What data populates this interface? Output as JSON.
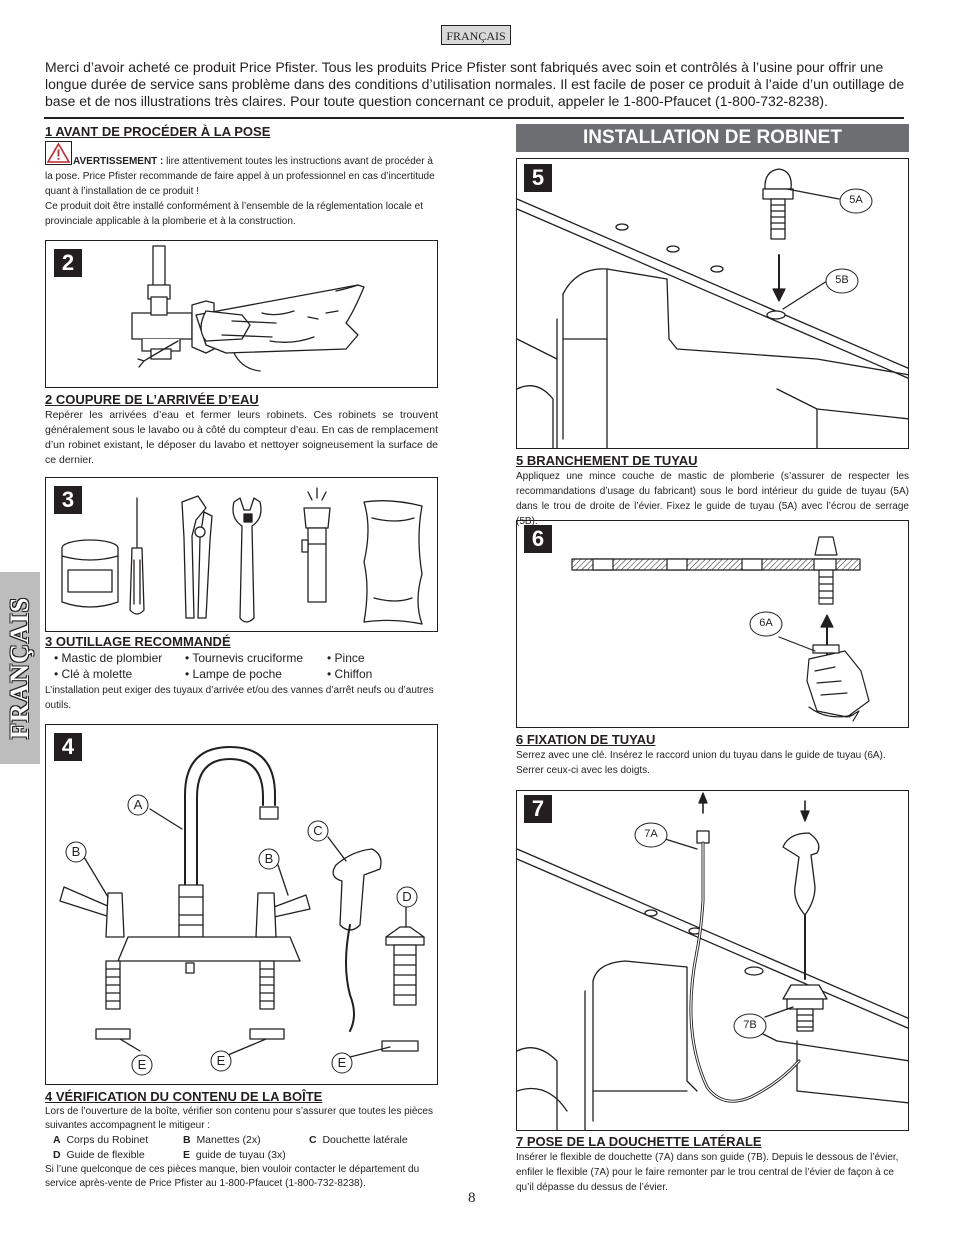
{
  "header": {
    "lang_tab": "FRANÇAIS",
    "intro": "Merci d’avoir acheté ce produit Price Pfister. Tous les produits Price Pfister sont fabriqués avec soin et contrôlés à l’usine pour offrir une longue durée de service sans problème dans des conditions d’utilisation normales. Il est facile de poser ce produit à l’aide d’un outillage de base et de nos illustrations très claires. Pour toute question concernant ce produit, appeler le 1-800-Pfaucet (1-800-732-8238)."
  },
  "side_tab": "FRANÇAIS",
  "sec1": {
    "title": "1 AVANT DE PROCÉDER À LA POSE",
    "warning_label": "AVERTISSEMENT :",
    "warning_text": " lire attentivement toutes les instructions avant de procéder à la pose. Price Pfister recommande de faire appel à un professionnel en cas d’incertitude quant à l’installation de ce produit !",
    "code_text": "Ce produit doit être installé conformément à l’ensemble de la réglementation locale et provinciale applicable à la plomberie et à la construction."
  },
  "sec2": {
    "num": "2",
    "title": "2 COUPURE DE L’ARRIVÉE D’EAU",
    "text": "Repérer les arrivées d’eau et fermer leurs robinets. Ces robinets se trouvent généralement sous le lavabo ou à côté du compteur d’eau. En cas de remplacement d’un robinet existant, le déposer du lavabo et nettoyer soigneusement la surface de ce dernier."
  },
  "sec3": {
    "num": "3",
    "title": "3 OUTILLAGE RECOMMANDÉ",
    "tools": [
      "• Mastic de plombier",
      "• Tournevis cruciforme",
      "• Pince",
      "• Clé à molette",
      "• Lampe de poche",
      "• Chiffon"
    ],
    "note": "L’installation peut exiger des tuyaux d’arrivée et/ou des vannes d’arrêt neufs ou d’autres outils."
  },
  "sec4": {
    "num": "4",
    "title": "4 VÉRIFICATION DU CONTENU DE LA BOÎTE",
    "text": "Lors de l’ouverture de la boîte, vérifier son contenu pour s’assurer que toutes les pièces suivantes accompagnent le mitigeur :",
    "parts": [
      {
        "k": "A",
        "v": "Corps du Robinet"
      },
      {
        "k": "B",
        "v": "Manettes (2x)"
      },
      {
        "k": "C",
        "v": "Douchette latérale"
      },
      {
        "k": "D",
        "v": "Guide de flexible"
      },
      {
        "k": "E",
        "v": "guide de tuyau (3x)"
      }
    ],
    "footer": "Si l’une quelconque de ces pièces manque, bien vouloir contacter le département du service après-vente de Price Pfister au 1-800-Pfaucet (1-800-732-8238).",
    "labels": {
      "a": "A",
      "b": "B",
      "c": "C",
      "d": "D",
      "e": "E"
    }
  },
  "install_title": "INSTALLATION DE ROBINET",
  "sec5": {
    "num": "5",
    "title": "5 BRANCHEMENT DE TUYAU",
    "text": "Appliquez une mince couche de mastic de plomberie (s’assurer de respecter les recommandations d’usage du fabricant) sous le bord intérieur du guide de tuyau (5A) dans le trou de droite de l’évier. Fixez le guide de tuyau (5A) avec l’écrou de serrage (5B).",
    "label_a": "5A",
    "label_b": "5B"
  },
  "sec6": {
    "num": "6",
    "title": "6 FIXATION DE TUYAU",
    "text": "Serrez avec une clé. Insérez le raccord union du tuyau dans le guide de tuyau (6A). Serrer ceux-ci avec les doigts.",
    "label_a": "6A"
  },
  "sec7": {
    "num": "7",
    "title": "7 POSE DE LA DOUCHETTE LATÉRALE",
    "text": "Insérer le flexible de douchette (7A) dans son guide (7B). Depuis le dessous de l’évier, enfiler le flexible (7A) pour le faire remonter par le trou central de l’évier de façon à ce qu’il dépasse du dessus de l’évier.",
    "label_a": "7A",
    "label_b": "7B"
  },
  "page_number": "8"
}
